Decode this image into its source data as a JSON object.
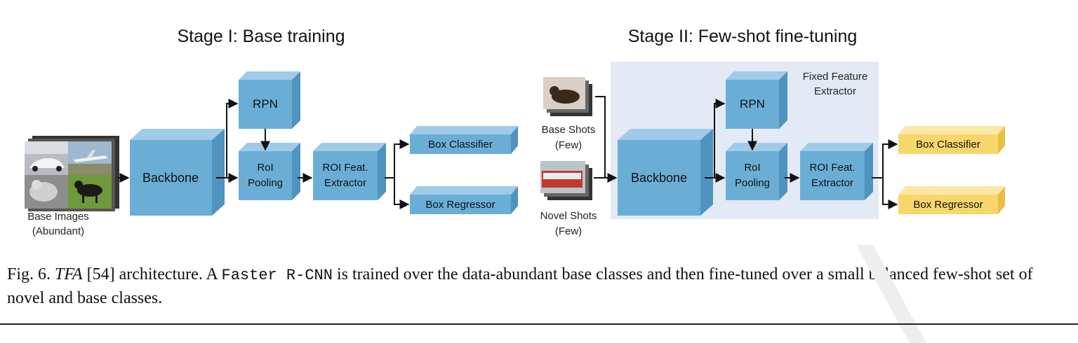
{
  "stages": {
    "stage1_title": "Stage I: Base training",
    "stage2_title": "Stage II: Few-shot fine-tuning"
  },
  "stage1": {
    "input_label_line1": "Base Images",
    "input_label_line2": "(Abundant)",
    "backbone": "Backbone",
    "rpn": "RPN",
    "roi_pool_line1": "RoI",
    "roi_pool_line2": "Pooling",
    "roi_feat_line1": "ROI Feat.",
    "roi_feat_line2": "Extractor",
    "box_classifier": "Box Classifier",
    "box_regressor": "Box Regressor"
  },
  "stage2": {
    "fixed_line1": "Fixed Feature",
    "fixed_line2": "Extractor",
    "base_shots_line1": "Base Shots",
    "base_shots_line2": "(Few)",
    "novel_shots_line1": "Novel Shots",
    "novel_shots_line2": "(Few)",
    "backbone": "Backbone",
    "rpn": "RPN",
    "roi_pool_line1": "RoI",
    "roi_pool_line2": "Pooling",
    "roi_feat_line1": "ROI Feat.",
    "roi_feat_line2": "Extractor",
    "box_classifier": "Box Classifier",
    "box_regressor": "Box Regressor"
  },
  "caption": {
    "fig_label": "Fig. 6.",
    "model_name": "TFA",
    "ref": "[54]",
    "text_a": "architecture. A",
    "code": "Faster R-CNN",
    "text_b": "is trained over the data-abundant base classes and then fine-tuned over a small balanced few-shot set of novel and base classes."
  },
  "colors": {
    "box_blue_front": "#6aaed6",
    "box_blue_top": "#9fcbe8",
    "box_blue_side": "#4f93bf",
    "box_yellow_front": "#f7d66b",
    "box_yellow_top": "#fbe8a6",
    "box_yellow_side": "#e8bf45",
    "fixed_region": "#e3eaf5"
  }
}
